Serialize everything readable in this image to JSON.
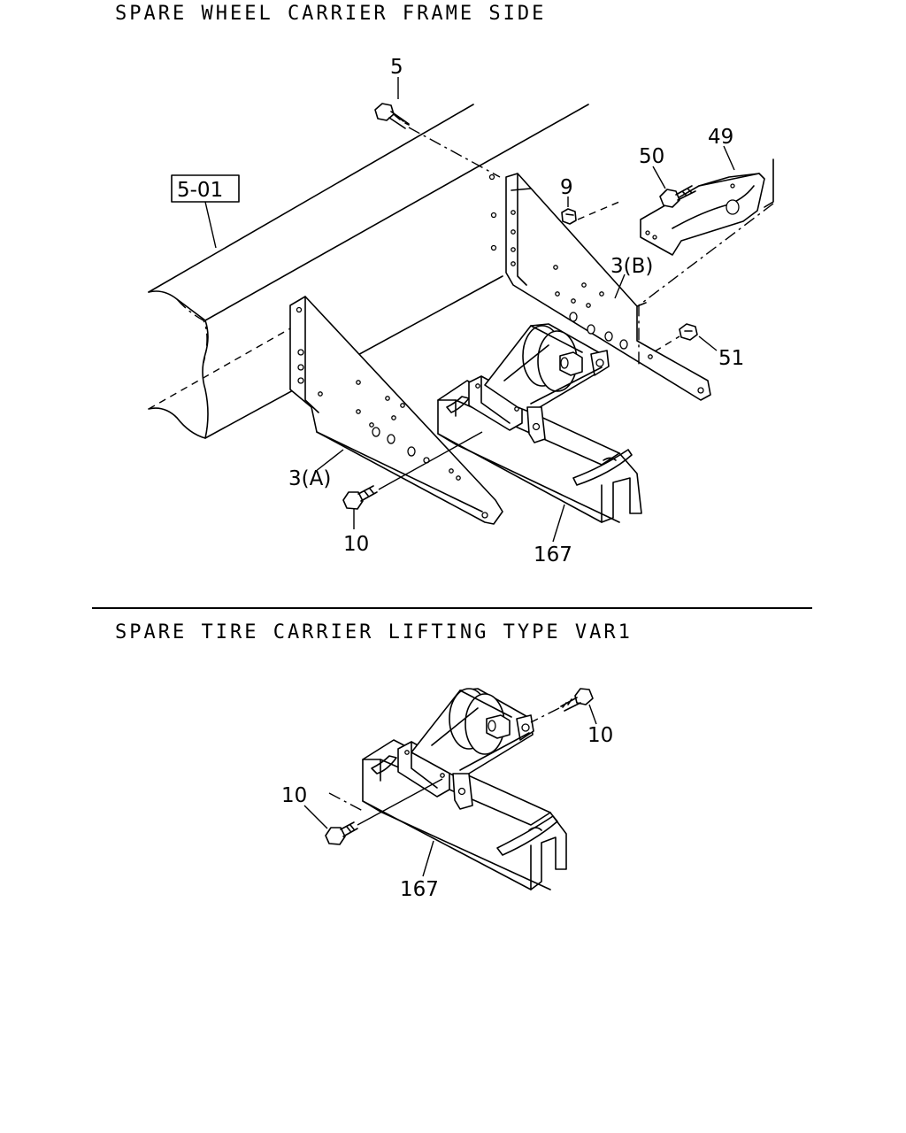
{
  "sections": [
    {
      "title": "SPARE WHEEL CARRIER FRAME SIDE",
      "ref_box": "5-01",
      "callouts": {
        "bolt_top": "5",
        "bracket_49": "49",
        "bolt_50": "50",
        "nut_9": "9",
        "bracket_3b": "3(B)",
        "nut_51": "51",
        "bracket_3a": "3(A)",
        "bolt_10": "10",
        "carrier_167": "167"
      }
    },
    {
      "title": "SPARE TIRE CARRIER LIFTING TYPE VAR1",
      "callouts": {
        "bolt_10_right": "10",
        "bolt_10_left": "10",
        "carrier_167": "167"
      }
    }
  ]
}
